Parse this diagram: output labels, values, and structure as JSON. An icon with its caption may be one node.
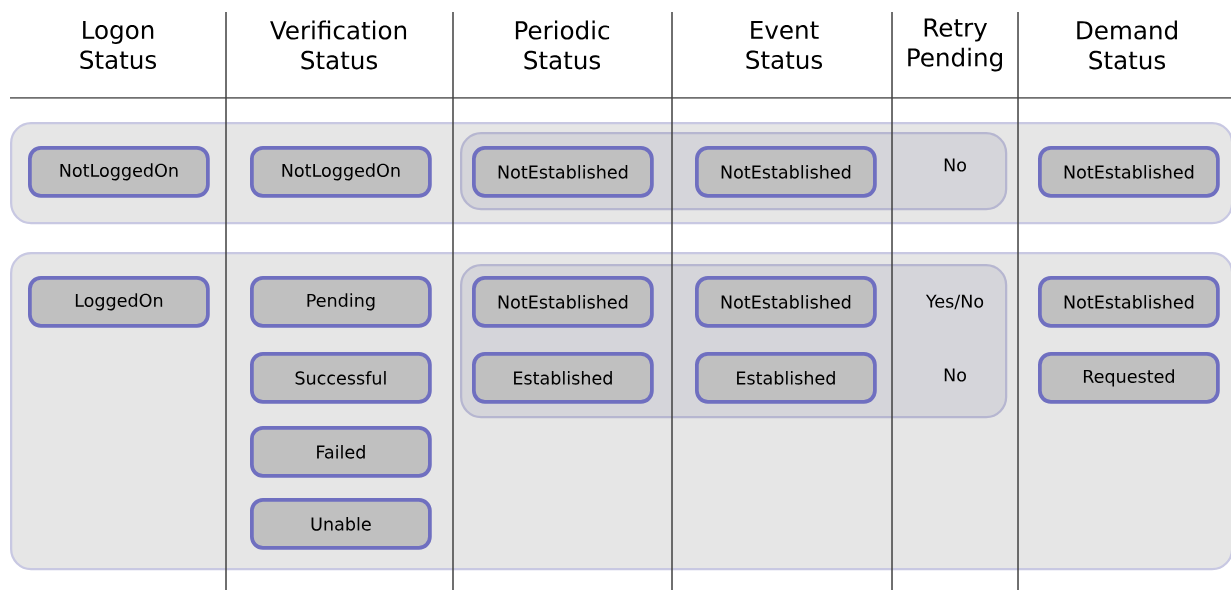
{
  "diagram": {
    "nodes": [
      {
        "text": [],
        "shape": "box"
      },
      {
        "text": [
          "NotLoggedOn"
        ],
        "in": 0
      },
      {
        "text": [
          "NotLoggedOn"
        ],
        "in": 0
      },
      {
        "text": [],
        "shape": "box",
        "in": 0
      },
      {
        "text": [
          "NotEstablished"
        ],
        "in": 3
      },
      {
        "text": [
          "NotEstablished"
        ],
        "in": 3
      },
      {
        "text": [
          "NotEstablished"
        ],
        "in": 0
      },
      {
        "text": [],
        "shape": "box"
      },
      {
        "text": [
          "LoggedOn"
        ],
        "in": 7
      },
      {
        "text": [
          "Pending"
        ],
        "in": 7
      },
      {
        "text": [
          "Successful"
        ],
        "in": 7
      },
      {
        "text": [
          "Failed"
        ],
        "in": 7
      },
      {
        "text": [
          "Unable"
        ],
        "in": 7
      },
      {
        "text": [],
        "shape": "box",
        "in": 7
      },
      {
        "text": [
          "NotEstablished"
        ],
        "in": 13
      },
      {
        "text": [
          "Established"
        ],
        "in": 13
      },
      {
        "text": [
          "NotEstablished"
        ],
        "in": 13
      },
      {
        "text": [
          "Established"
        ],
        "in": 13
      },
      {
        "text": [
          "NotEstablished"
        ],
        "in": 7
      },
      {
        "text": [
          "Requested"
        ],
        "in": 7
      }
    ],
    "labels": [
      "Logon Status",
      "Verification Status",
      "Periodic Status",
      "Event Status",
      "Retry Pending",
      "Demand Status",
      "No",
      "Yes/No",
      "No"
    ]
  }
}
